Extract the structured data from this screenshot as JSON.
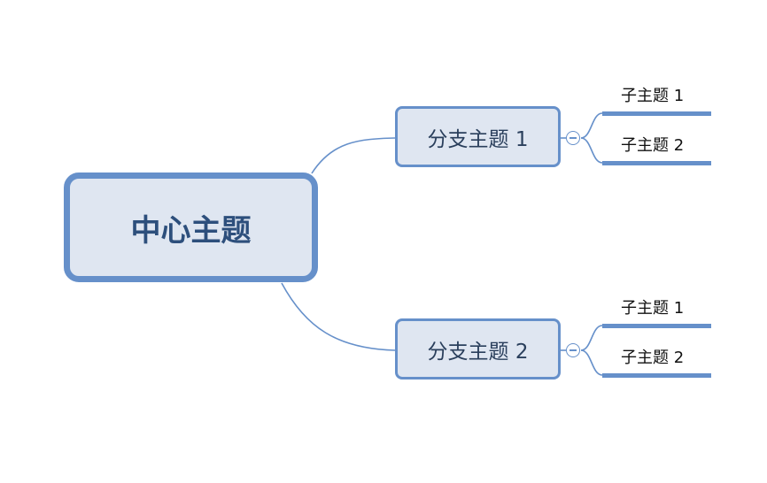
{
  "center": {
    "label": "中心主题"
  },
  "branches": [
    {
      "label": "分支主题 1",
      "children": [
        "子主题 1",
        "子主题 2"
      ]
    },
    {
      "label": "分支主题 2",
      "children": [
        "子主题 1",
        "子主题 2"
      ]
    }
  ],
  "colors": {
    "line": "#6690ca",
    "node_fill": "#dfe6f1",
    "center_text": "#2d4f7c",
    "branch_text": "#2a3f5c"
  },
  "icons": {
    "collapse": "minus-circle-icon"
  }
}
